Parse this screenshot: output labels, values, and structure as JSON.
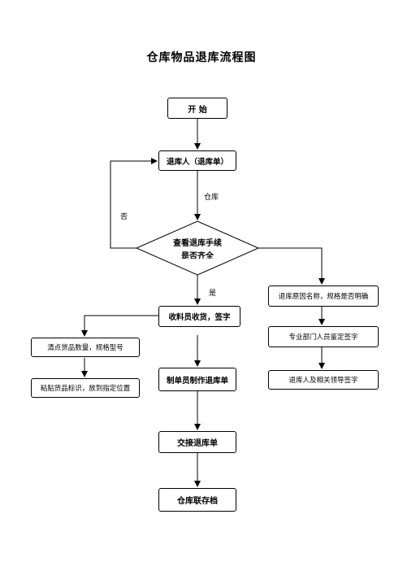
{
  "title": "仓库物品退库流程图",
  "nodes": {
    "start": "开  始",
    "return_person": "退库人（退库单）",
    "check": "查看退库手续",
    "check_line2": "是否齐全",
    "receive": "收料员收货，签字",
    "count_goods": "清点货品数量，规格型号",
    "label_goods": "粘贴货品标识，放到指定位置",
    "make_return_slip": "制单员制作退库单",
    "handover_slip": "交接退库单",
    "archive": "仓库联存档",
    "reason": "退库原因名称，规格是否明确",
    "expert_sign": "专业部门人员鉴定签字",
    "leader_sign": "退库人及相关领导签字"
  },
  "edge_labels": {
    "to_warehouse": "仓库",
    "no": "否",
    "yes": "是"
  }
}
